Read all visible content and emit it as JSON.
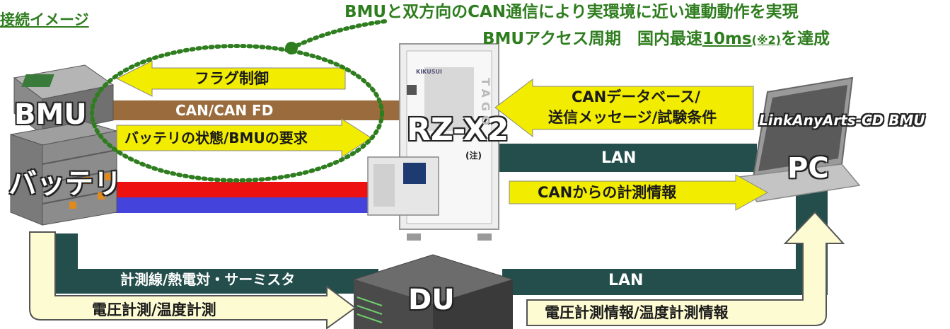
{
  "header": {
    "title": "接続イメージ",
    "headline": "BMUと双方向のCAN通信により実環境に近い連動動作を実現",
    "sub_prefix": "BMUアクセス周期　国内最速",
    "sub_highlight": "10ms",
    "sub_note": "(※2)",
    "sub_suffix": "を達成"
  },
  "devices": {
    "bmu": "BMU",
    "battery": "バッテリ",
    "rz": "RZ-X2",
    "rz_note": "(注)",
    "pc": "PC",
    "pc_software": "LinkAnyArts-CD BMU",
    "du": "DU",
    "rz_brand": "KIKUSUI",
    "rz_vertical": "TAGO"
  },
  "links": {
    "flag_control": "フラグ制御",
    "can": "CAN/CAN FD",
    "battery_state": "バッテリの状態/BMUの要求",
    "can_db_line1": "CANデータベース/",
    "can_db_line2": "送信メッセージ/試験条件",
    "lan_top": "LAN",
    "can_measure": "CANからの計測情報",
    "measure_lines": "計測線/熱電対・サーミスタ",
    "lan_bottom": "LAN",
    "voltage_temp": "電圧計測/温度計測",
    "voltage_temp_info": "電圧計測情報/温度計測情報"
  },
  "colors": {
    "green": "#2e7d1e",
    "can_line": "#9a6b3c",
    "lan_line": "#234e4b",
    "power_pos": "#ee1111",
    "power_neg": "#4444dd",
    "yellow_arrow": "#f2ec00",
    "cream_arrow": "#fdfbd2"
  }
}
